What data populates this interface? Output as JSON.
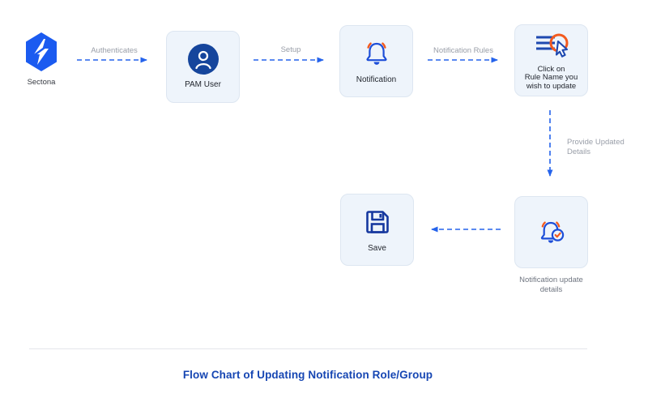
{
  "logo": {
    "label": "Sectona"
  },
  "nodes": {
    "pam_user": {
      "label": "PAM User"
    },
    "notification": {
      "label": "Notification"
    },
    "click_rule": {
      "line1": "Click on",
      "line2": "Rule Name you",
      "line3": "wish to update"
    },
    "save": {
      "label": "Save"
    },
    "notification_update": {
      "line1": "Notification update",
      "line2": "details"
    }
  },
  "edges": {
    "authenticates": {
      "label": "Authenticates"
    },
    "setup": {
      "label": "Setup"
    },
    "notification_rules": {
      "label": "Notification Rules"
    },
    "provide_updated": {
      "line1": "Provide Updated",
      "line2": "Details"
    },
    "update_to_save": {
      "label": ""
    }
  },
  "footer": {
    "title": "Flow Chart of Updating Notification Role/Group"
  },
  "colors": {
    "arrow_blue": "#2563eb",
    "icon_blue": "#1d4ed8",
    "deep_blue": "#16389f",
    "accent_orange": "#f35a1e",
    "logo_blue": "#1b5bf0",
    "node_bg": "#eef4fb",
    "title_blue": "#1646b3"
  }
}
